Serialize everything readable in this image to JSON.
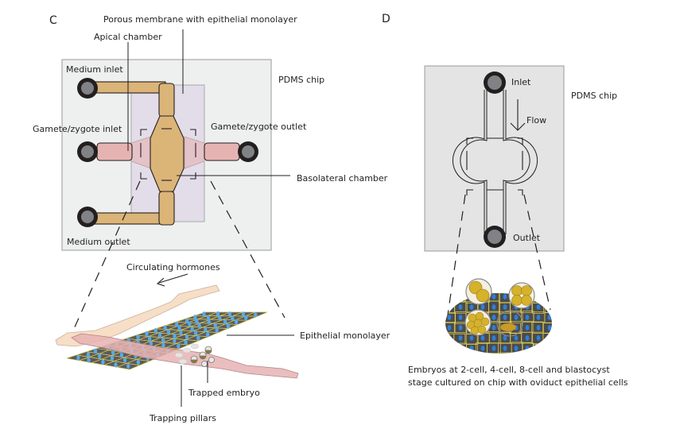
{
  "panels": {
    "c": {
      "letter": "C",
      "labels": {
        "porous_membrane": "Porous membrane with epithelial monolayer",
        "apical_chamber": "Apical chamber",
        "medium_inlet": "Medium inlet",
        "pdms_chip": "PDMS chip",
        "gamete_inlet": "Gamete/zygote inlet",
        "gamete_outlet": "Gamete/zygote outlet",
        "basolateral_chamber": "Basolateral chamber",
        "medium_outlet": "Medium outlet",
        "circulating_hormones": "Circulating hormones",
        "epithelial_monolayer": "Epithelial monolayer",
        "trapped_embryo": "Trapped embryo",
        "trapping_pillars": "Trapping pillars"
      }
    },
    "d": {
      "letter": "D",
      "labels": {
        "inlet": "Inlet",
        "pdms_chip": "PDMS chip",
        "flow": "Flow",
        "outlet": "Outlet",
        "caption_line1": "Embryos at 2-cell, 4-cell, 8-cell and blastocyst",
        "caption_line2": "stage cultured on chip with oviduct epithelial cells"
      }
    }
  },
  "colors": {
    "chip": "#eef0ef",
    "chip_d": "#e3e4e3",
    "membrane": "#e2dde8",
    "apical": "#dbb478",
    "basolateral": "#e6b3b3",
    "port": "#808285",
    "cells_bg": "#5a5b5d",
    "cell_border": "#e6d24a",
    "nucleus": "#5aa9e6",
    "embryo": "#d6b12a"
  }
}
